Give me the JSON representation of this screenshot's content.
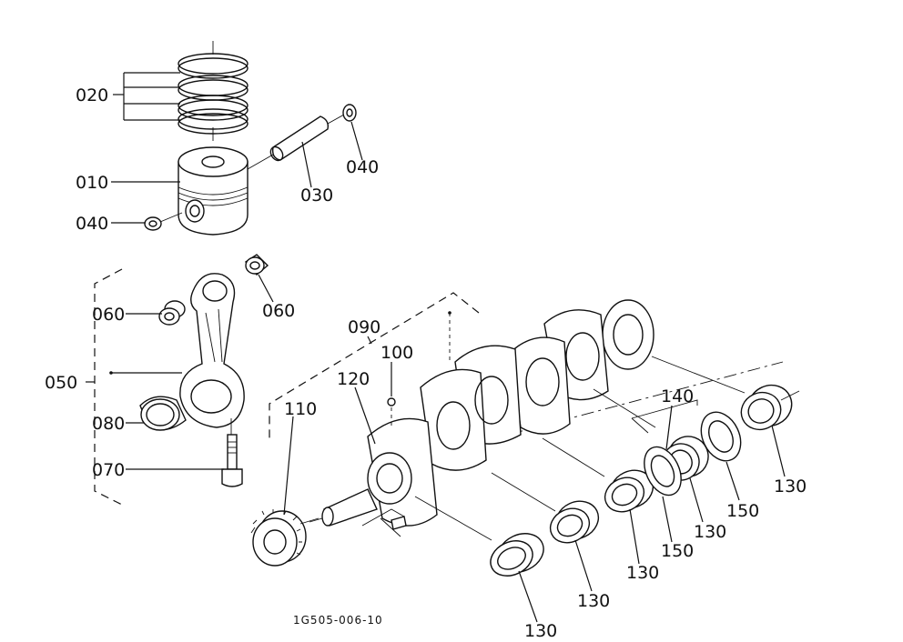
{
  "drawing_id": "1G505-006-10",
  "labels": {
    "piston_ring": "020",
    "piston": "010",
    "circlip_lower": "040",
    "circlip_upper": "040",
    "piston_pin": "030",
    "small_end_bush_left": "060",
    "small_end_bush_right": "060",
    "connecting_rod_assy": "050",
    "crank_pin_bearing": "080",
    "con_rod_bolt": "070",
    "crankshaft_assy": "090",
    "plug": "100",
    "crank_gear": "110",
    "feather_key": "120",
    "thrust_bearing_upper": "140",
    "main_bearing_1": "130",
    "main_bearing_2": "130",
    "main_bearing_3": "130",
    "main_bearing_4": "130",
    "main_bearing_5": "130",
    "thrust_washer_1": "150",
    "thrust_washer_2": "150"
  }
}
